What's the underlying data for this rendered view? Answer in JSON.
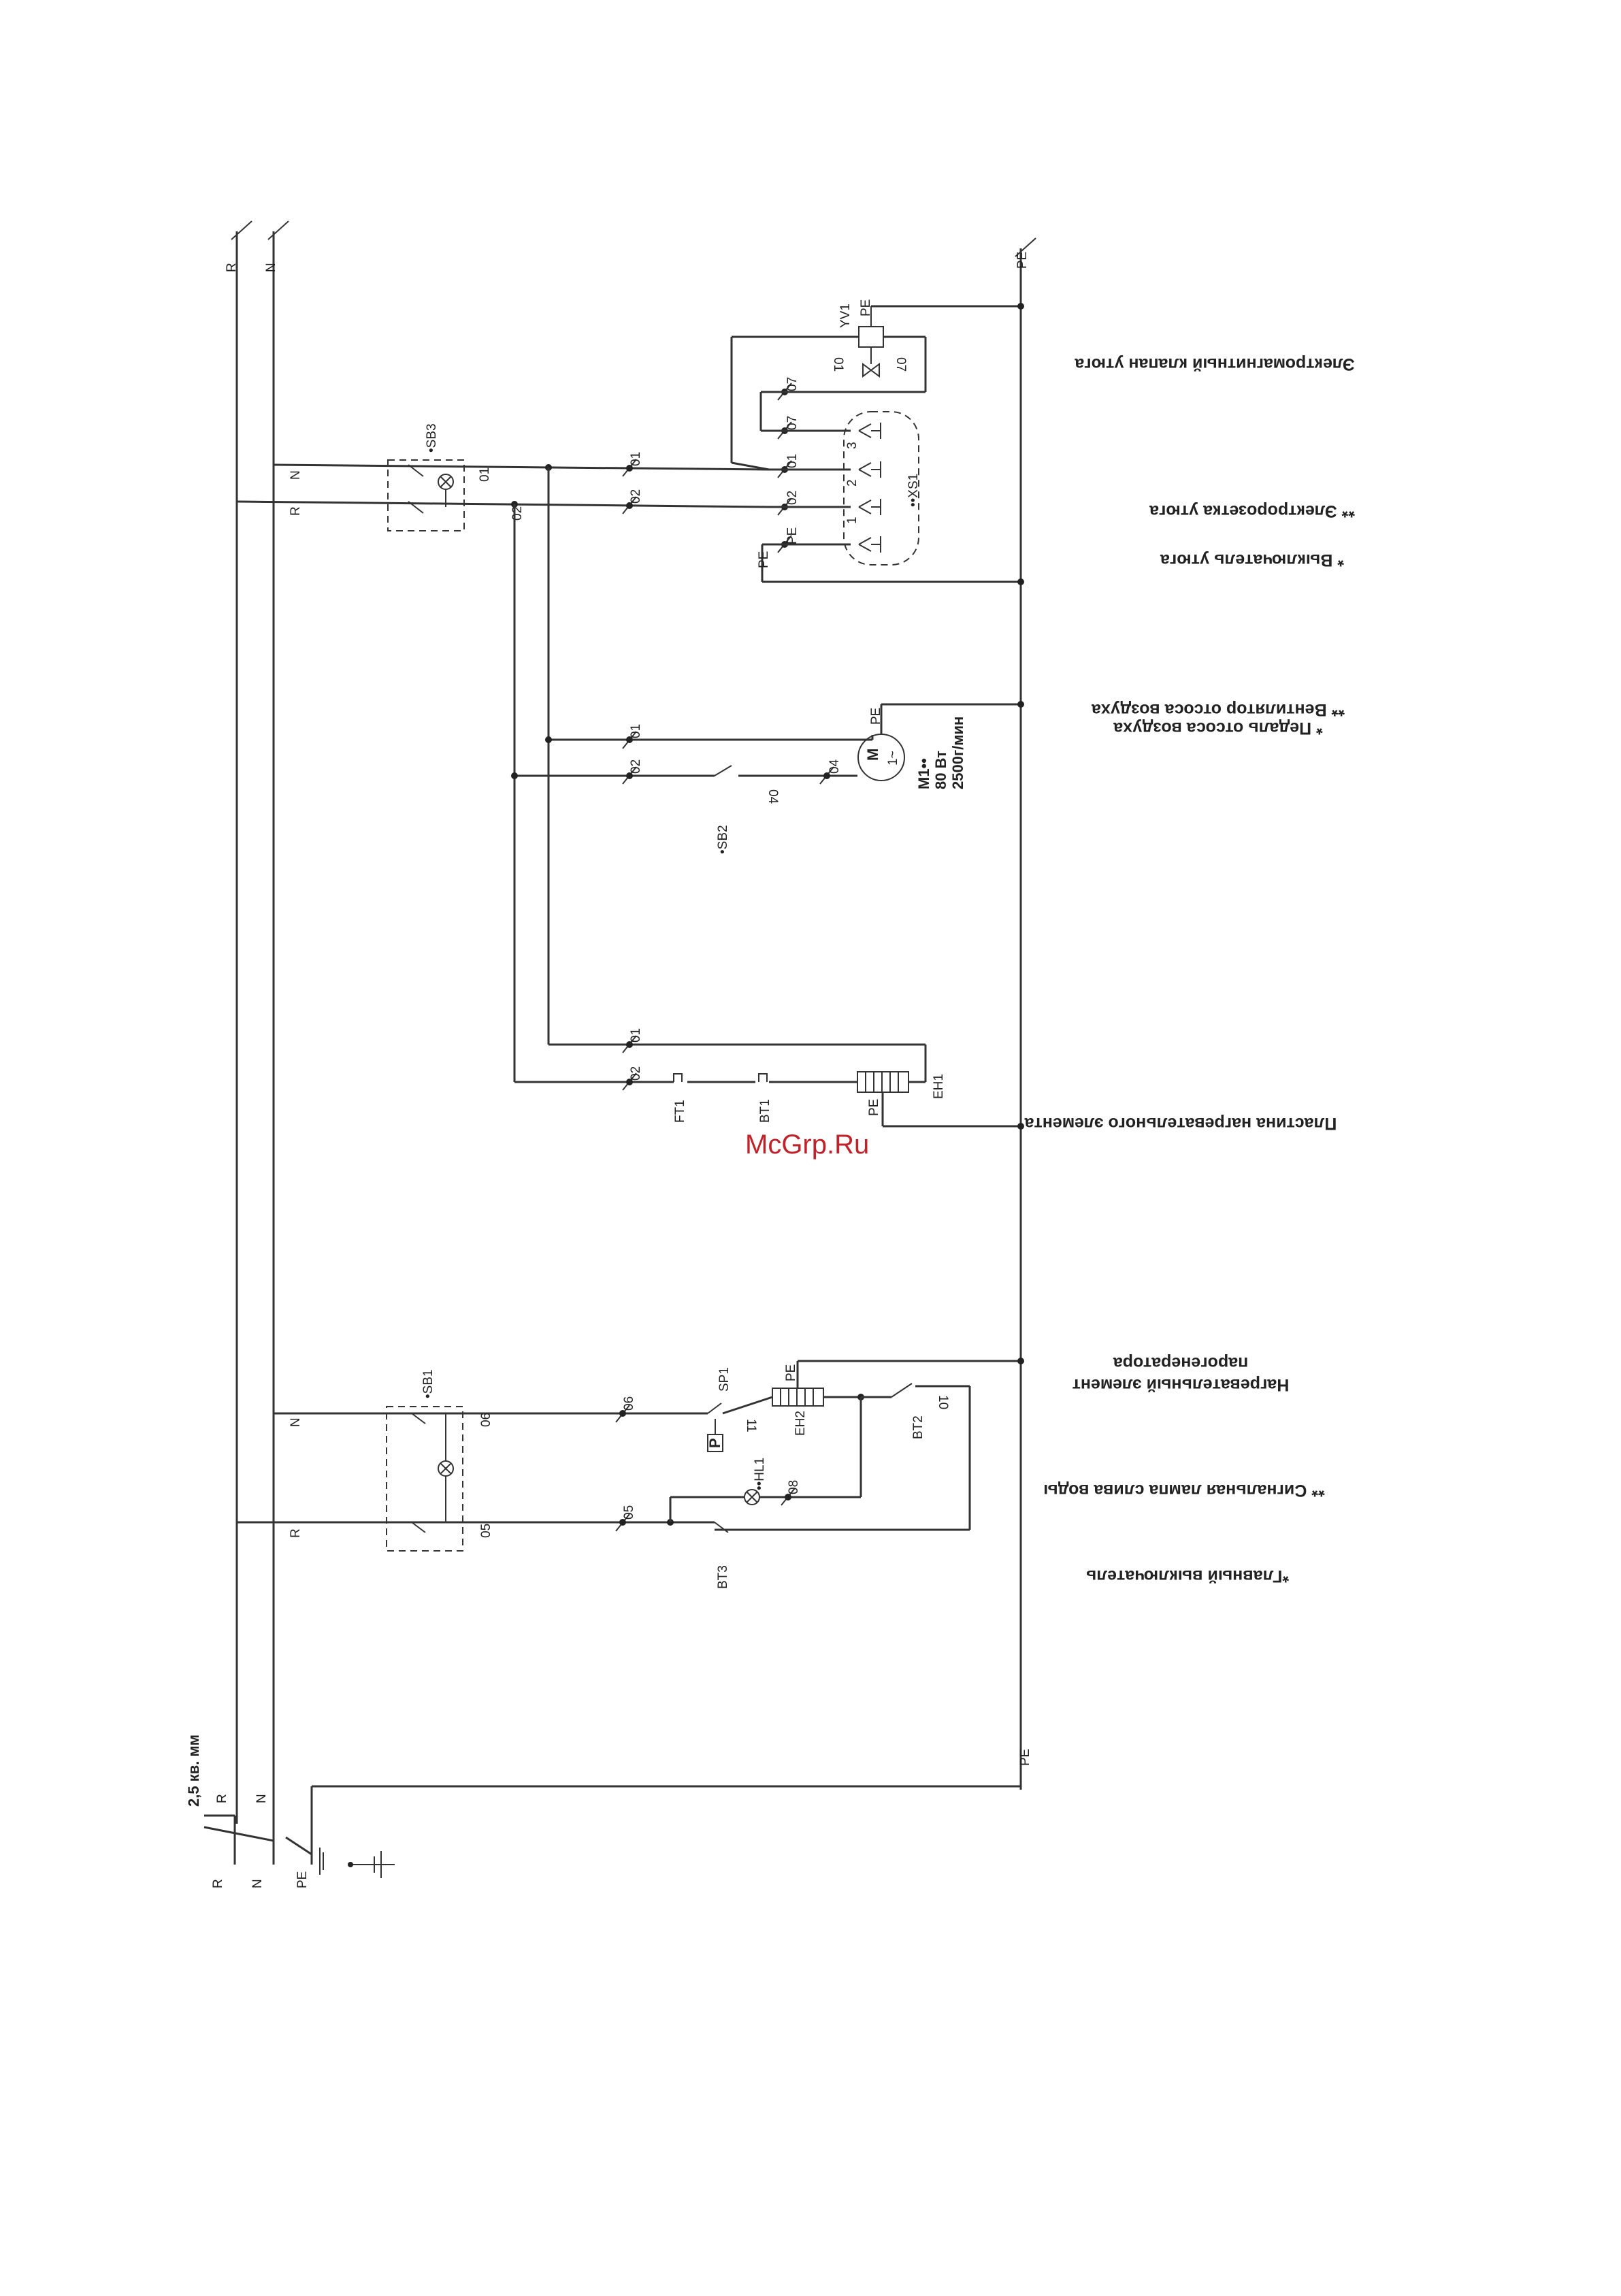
{
  "watermark": "McGrp.Ru",
  "supply": {
    "R": "R",
    "N": "N",
    "PE": "PE",
    "cable": "2,5 кв. мм"
  },
  "components": {
    "SB1": "•SB1",
    "SB2": "•SB2",
    "SB3": "•SB3",
    "SP1": "SP1",
    "EH1": "EH1",
    "EH2": "EH2",
    "HL1": "••HL1",
    "FT1": "FT1",
    "BT1": "BT1",
    "BT2": "BT2",
    "BT3": "BT3",
    "XS1": "••XS1",
    "YV1": "YV1",
    "M1": "M1••",
    "M1_power": "80 Вт",
    "M1_speed": "2500г/мин",
    "motor_M": "M",
    "motor_phase": "1~",
    "pressure_P": "P"
  },
  "wires": {
    "w01": "01",
    "w02": "02",
    "w04": "04",
    "w05": "05",
    "w06": "06",
    "w07": "07",
    "w08": "08",
    "w10": "10",
    "w11": "11"
  },
  "socket_pins": [
    "1",
    "2",
    "3"
  ],
  "legend": {
    "valve": "Электромагнитный клапан утюга",
    "socket": "** Электророзетка утюга",
    "iron_switch": "* Выключатель утюга",
    "fan": "** Вентилятор отсоса воздуха",
    "pedal": "* Педаль отсоса воздуха",
    "plate": "Пластина нагревательного элемента",
    "steam_heater_1": "Нагревательный элемент",
    "steam_heater_2": "парогенератора",
    "lamp": "** Сигнальная лампа слива воды",
    "main_switch": "*Главный выключатель"
  }
}
